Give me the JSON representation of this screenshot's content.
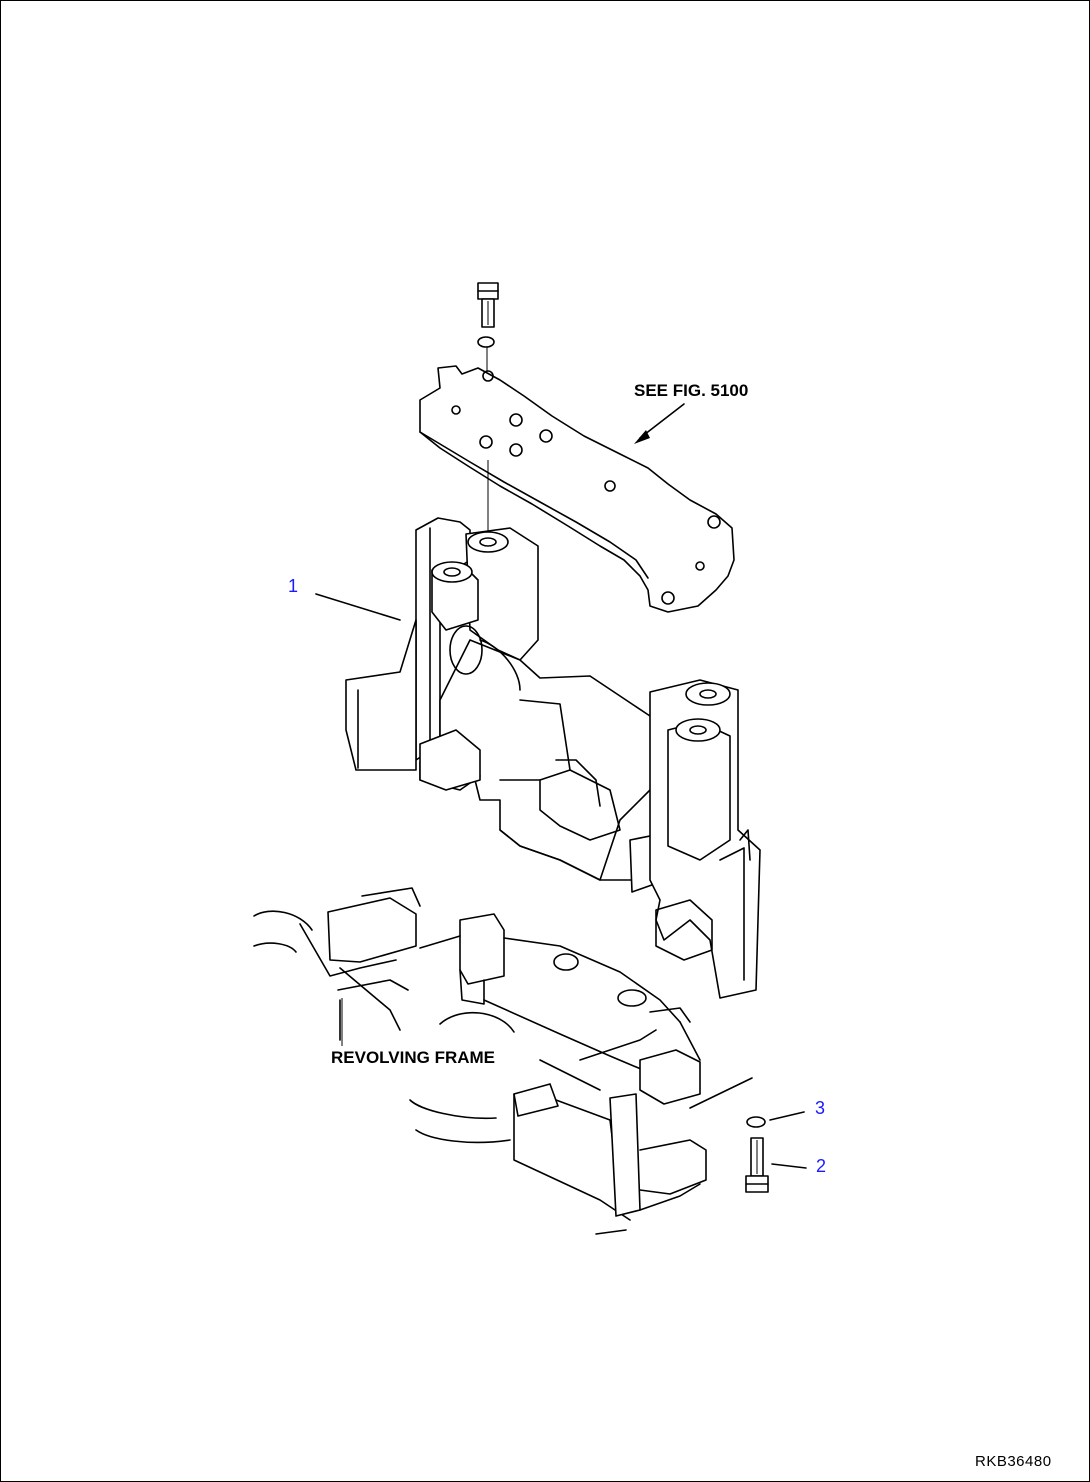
{
  "diagram": {
    "reference_note": "SEE FIG. 5100",
    "revolving_frame_label": "REVOLVING FRAME",
    "callouts": [
      {
        "number": "1",
        "part": "frame-bracket"
      },
      {
        "number": "2",
        "part": "bolt"
      },
      {
        "number": "3",
        "part": "washer"
      }
    ],
    "drawing_code": "RKB36480",
    "callout_color": "#1a1aff",
    "ink_color": "#000000"
  }
}
